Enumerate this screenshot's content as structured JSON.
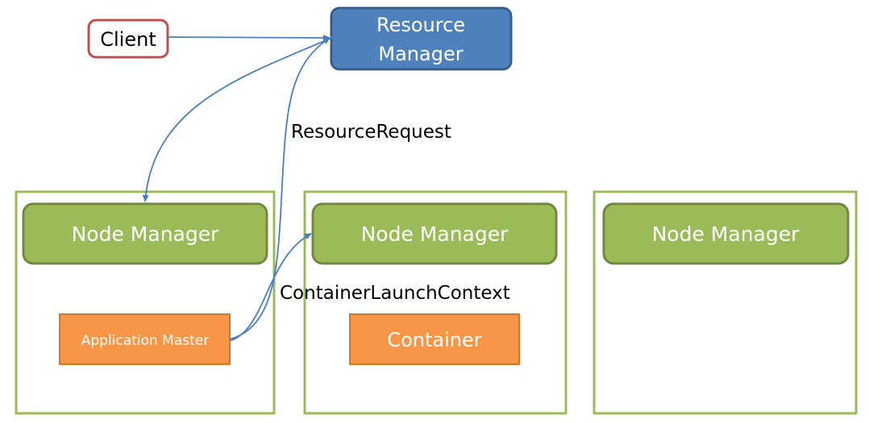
{
  "colors": {
    "node_green": "#9bbb59",
    "node_green_border": "#71893f",
    "panel_border": "#9bbb59",
    "resource_manager": "#4f81bd",
    "resource_manager_border": "#385d8a",
    "orange": "#f79646",
    "client_border": "#c0504d",
    "arrow": "#4a7ebb"
  },
  "client": {
    "label": "Client"
  },
  "resource_manager": {
    "line1": "Resource",
    "line2": "Manager"
  },
  "panels": [
    {
      "node_manager": "Node Manager",
      "inner_box": "Application Master"
    },
    {
      "node_manager": "Node Manager",
      "inner_box": "Container"
    },
    {
      "node_manager": "Node Manager"
    }
  ],
  "edges": {
    "resource_request": "ResourceRequest",
    "container_launch_context": "ContainerLaunchContext"
  }
}
